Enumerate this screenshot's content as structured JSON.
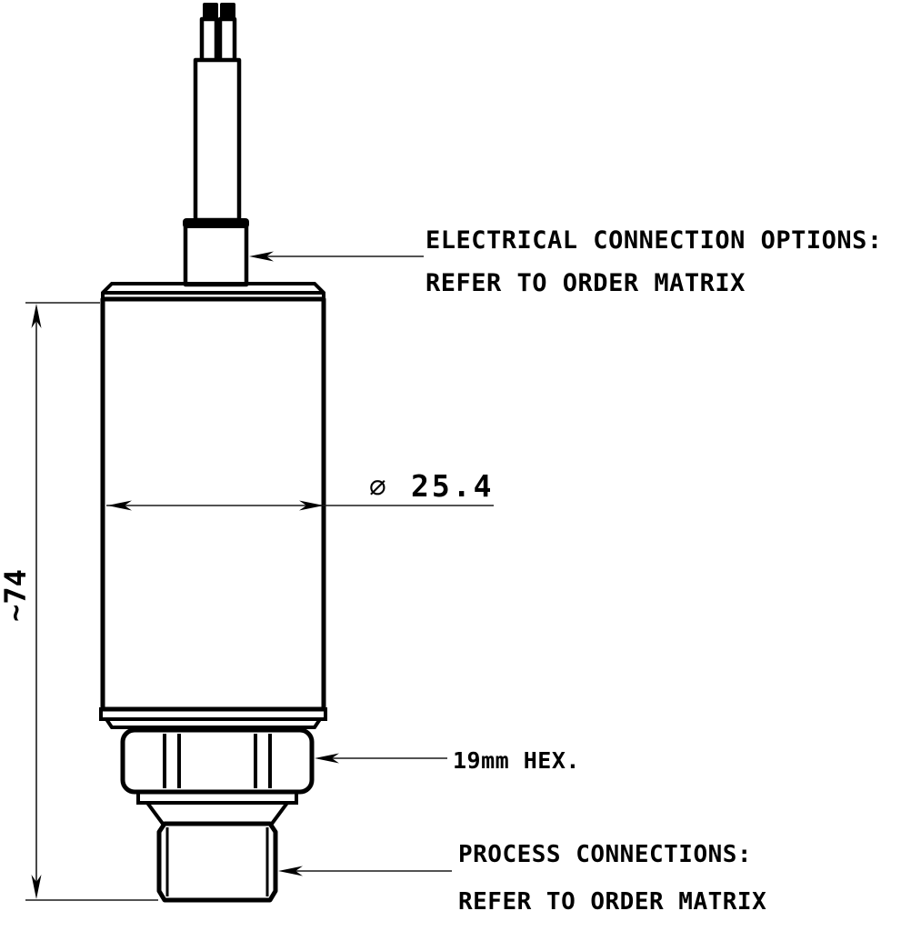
{
  "drawing": {
    "type": "technical-outline-drawing",
    "subject": "pressure-transmitter-side-view",
    "colors": {
      "ink": "#000000",
      "thin_line": "#1a1a1a",
      "background": "#ffffff"
    },
    "annotations": {
      "electrical": {
        "line1": "ELECTRICAL CONNECTION OPTIONS:",
        "line2": "REFER TO ORDER MATRIX"
      },
      "hex": {
        "label": "19mm HEX."
      },
      "process": {
        "line1": "PROCESS CONNECTIONS:",
        "line2": "REFER TO ORDER MATRIX"
      }
    },
    "dimensions": {
      "diameter": {
        "symbol": "∅",
        "value": "25.4"
      },
      "height": {
        "label": "~74"
      }
    }
  }
}
